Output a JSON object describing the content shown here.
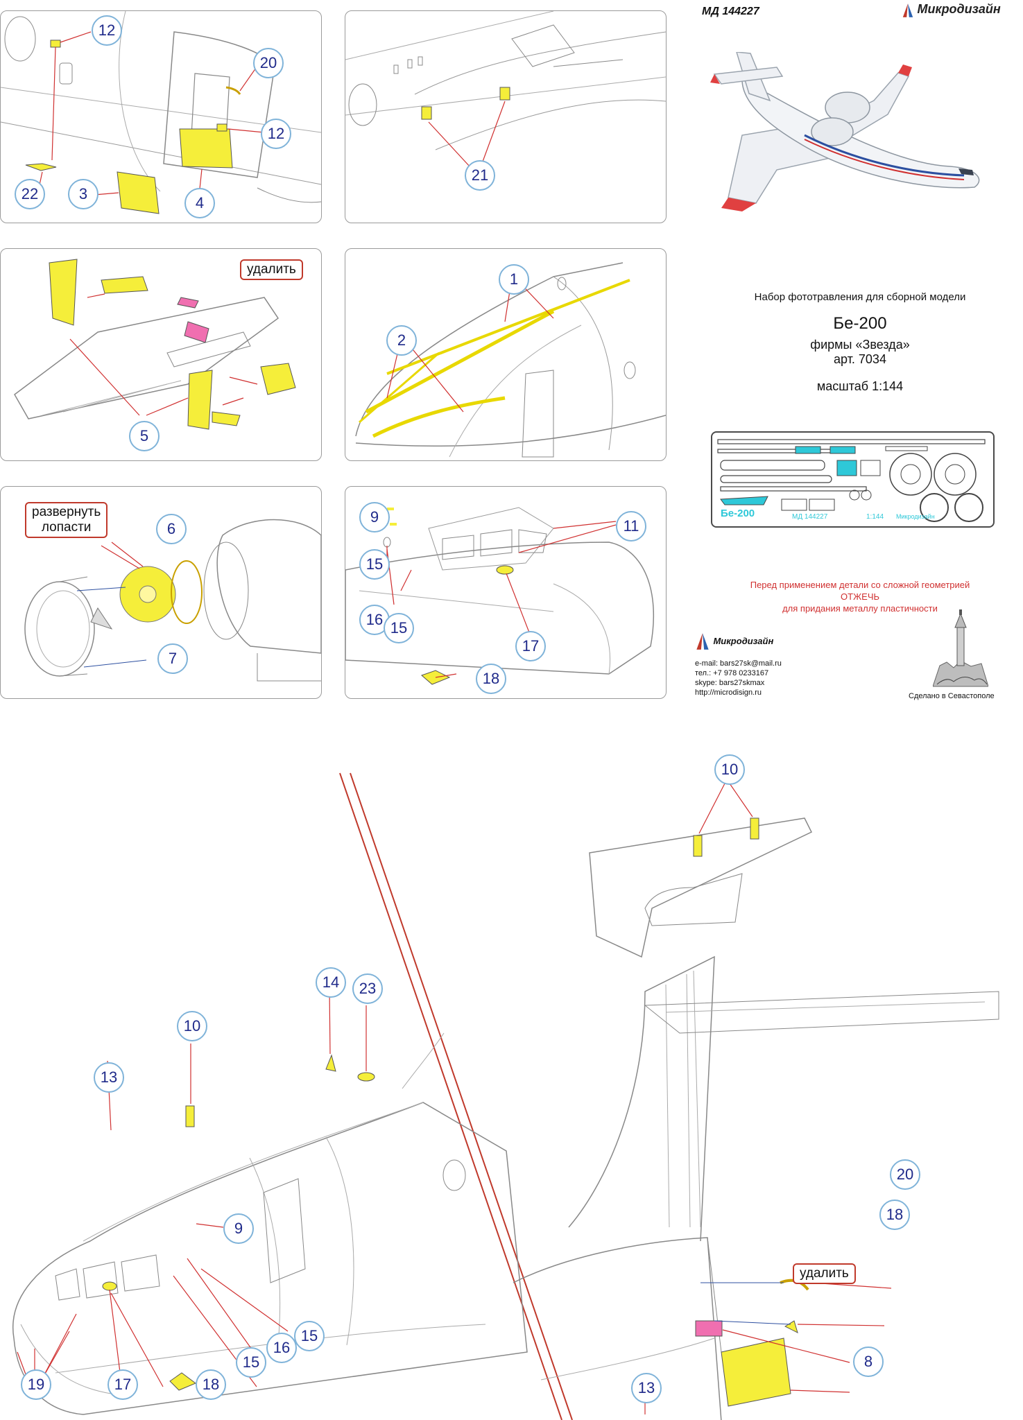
{
  "header": {
    "product_code": "МД 144227",
    "brand": "Микродизайн"
  },
  "description": {
    "line1": "Набор фототравления для сборной модели",
    "model": "Бе-200",
    "maker": "фирмы «Звезда»",
    "article": "арт. 7034",
    "scale": "масштаб 1:144"
  },
  "fret": {
    "name": "Бе-200",
    "code": "МД 144227",
    "scale": "1:144",
    "brand": "Микродизайн"
  },
  "warning": {
    "line1": "Перед применением детали со сложной геометрией",
    "line2": "ОТЖЕЧЬ",
    "line3": "для придания металлу пластичности"
  },
  "contact": {
    "email": "e-mail: bars27sk@mail.ru",
    "phone": "тел.: +7 978 0233167",
    "skype": "skype: bars27skmax",
    "web": "http://microdisign.ru"
  },
  "made_in": "Сделано в Севастополе",
  "labels": {
    "remove": "удалить",
    "unfold_line1": "развернуть",
    "unfold_line2": "лопасти"
  },
  "colors": {
    "part_yellow": "#f5ee3a",
    "remove_pink": "#f06fb0",
    "callout_border": "#7fb3d9",
    "callout_text": "#1f2a8a",
    "arrow_red": "#d03030",
    "cyan": "#2ec8d8"
  },
  "callouts": {
    "p1": [
      "12",
      "20",
      "12",
      "22",
      "3",
      "4"
    ],
    "p2": [
      "21"
    ],
    "p3": [
      "5"
    ],
    "p4": [
      "1",
      "2"
    ],
    "p5": [
      "6",
      "7"
    ],
    "p6": [
      "9",
      "15",
      "16",
      "15",
      "11",
      "17",
      "18"
    ],
    "main": [
      "10",
      "14",
      "23",
      "10",
      "13",
      "9",
      "15",
      "16",
      "15",
      "17",
      "18",
      "19",
      "20",
      "18",
      "8",
      "13"
    ]
  }
}
